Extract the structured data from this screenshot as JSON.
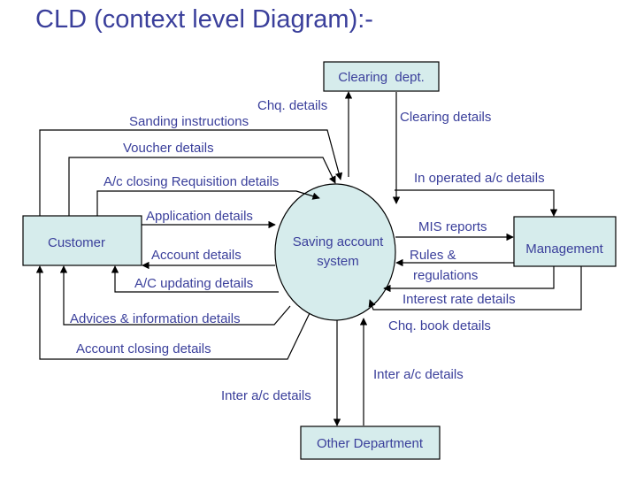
{
  "title": "CLD (context level Diagram):-",
  "colors": {
    "text": "#3a3f9b",
    "box_fill": "#d6ecec",
    "line": "#000000"
  },
  "entities": {
    "clearing": "Clearing  dept.",
    "customer": "Customer",
    "management": "Management",
    "other": "Other Department"
  },
  "process": {
    "line1": "Saving account",
    "line2": "system"
  },
  "flows": {
    "chq_details": "Chq. details",
    "clearing_details": "Clearing details",
    "sanding_instructions": "Sanding instructions",
    "voucher_details": "Voucher details",
    "ac_closing_requisition": "A/c closing Requisition details",
    "inoperated_ac": "In operated a/c details",
    "application_details": "Application details",
    "mis_reports": "MIS reports",
    "account_details": "Account details",
    "rules_line1": "Rules &",
    "rules_line2": "regulations",
    "ac_updating": "A/C updating details",
    "interest_rate": "Interest rate details",
    "advices_information": "Advices & information details",
    "chq_book": "Chq. book details",
    "account_closing": "Account closing details",
    "inter_ac_in": "Inter a/c details",
    "inter_ac_out": "Inter a/c details"
  }
}
